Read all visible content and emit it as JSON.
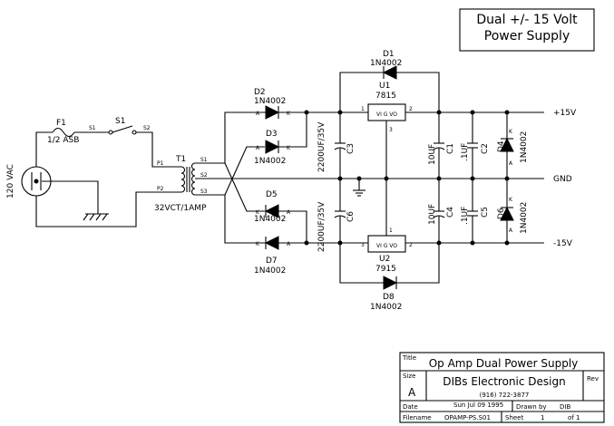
{
  "title_box": {
    "line1": "Dual +/- 15 Volt",
    "line2": "Power Supply"
  },
  "title_block": {
    "title_caption": "Title",
    "title": "Op Amp Dual Power Supply",
    "size_caption": "Size",
    "size": "A",
    "company": "DIBs Electronic Design",
    "phone": "(916) 722-3877",
    "rev_caption": "Rev",
    "date_caption": "Date",
    "date": "Sun Jul 09 1995",
    "drawn_caption": "Drawn by",
    "drawn_by": "DIB",
    "filename_caption": "Filename",
    "filename": "OPAMP-PS.S01",
    "sheet_caption": "Sheet",
    "sheet": "1",
    "sheet_of": "of 1"
  },
  "components": {
    "ac_source": "120 VAC",
    "fuse_ref": "F1",
    "fuse_value": "1/2 ASB",
    "switch_ref": "S1",
    "switch_pin1": "S1",
    "switch_pin2": "S2",
    "transformer_ref": "T1",
    "transformer_value": "32VCT/1AMP",
    "transformer_pins": [
      "P1",
      "P2",
      "S1",
      "S2",
      "S3"
    ],
    "diodes": [
      {
        "ref": "D1",
        "value": "1N4002"
      },
      {
        "ref": "D2",
        "value": "1N4002"
      },
      {
        "ref": "D3",
        "value": "1N4002"
      },
      {
        "ref": "D4",
        "value": "1N4002"
      },
      {
        "ref": "D5",
        "value": "1N4002"
      },
      {
        "ref": "D6",
        "value": "1N4002"
      },
      {
        "ref": "D7",
        "value": "1N4002"
      },
      {
        "ref": "D8",
        "value": "1N4002"
      }
    ],
    "regulators": [
      {
        "ref": "U1",
        "value": "7815",
        "pin_in": "1",
        "pin_gnd": "3",
        "pin_out": "2",
        "body": "VI  G  VO"
      },
      {
        "ref": "U2",
        "value": "7915",
        "pin_in": "3",
        "pin_gnd": "1",
        "pin_out": "2",
        "body": "VI  G  VO"
      }
    ],
    "capacitors": [
      {
        "ref": "C3",
        "value": "2200UF/35V"
      },
      {
        "ref": "C6",
        "value": "2200UF/35V"
      },
      {
        "ref": "C1",
        "value": "10UF"
      },
      {
        "ref": "C2",
        "value": ".1UF"
      },
      {
        "ref": "C4",
        "value": "10UF"
      },
      {
        "ref": "C5",
        "value": ".1UF"
      }
    ],
    "pin_marks": {
      "anode": "A",
      "cathode": "K"
    }
  },
  "nets": {
    "pos": "+15V",
    "gnd": "GND",
    "neg": "-15V"
  }
}
